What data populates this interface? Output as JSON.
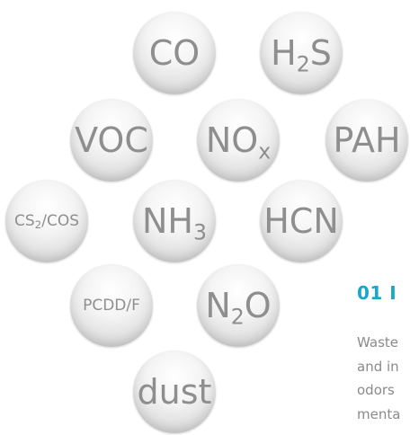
{
  "bubbles": {
    "co": {
      "text": "CO"
    },
    "h2s": {
      "pre": "H",
      "sub": "2",
      "post": "S"
    },
    "voc": {
      "text": "VOC"
    },
    "nox": {
      "pre": "NO",
      "sub": "x",
      "post": ""
    },
    "pah": {
      "text": "PAH"
    },
    "cs2cos": {
      "pre": "CS",
      "sub": "2",
      "post": "/COS"
    },
    "nh3": {
      "pre": "NH",
      "sub": "3",
      "post": ""
    },
    "hcn": {
      "text": "HCN"
    },
    "pcddf": {
      "text": "PCDD/F"
    },
    "n2o": {
      "pre": "N",
      "sub": "2",
      "post": "O"
    },
    "dust": {
      "text": "dust"
    }
  },
  "section": {
    "heading": "01 I",
    "lines": [
      "Waste",
      "and in",
      "odors",
      "menta"
    ]
  },
  "colors": {
    "accent": "#1aa6c9",
    "bubble_text": "#8e8e8e",
    "body_text": "#8a8a8a"
  }
}
